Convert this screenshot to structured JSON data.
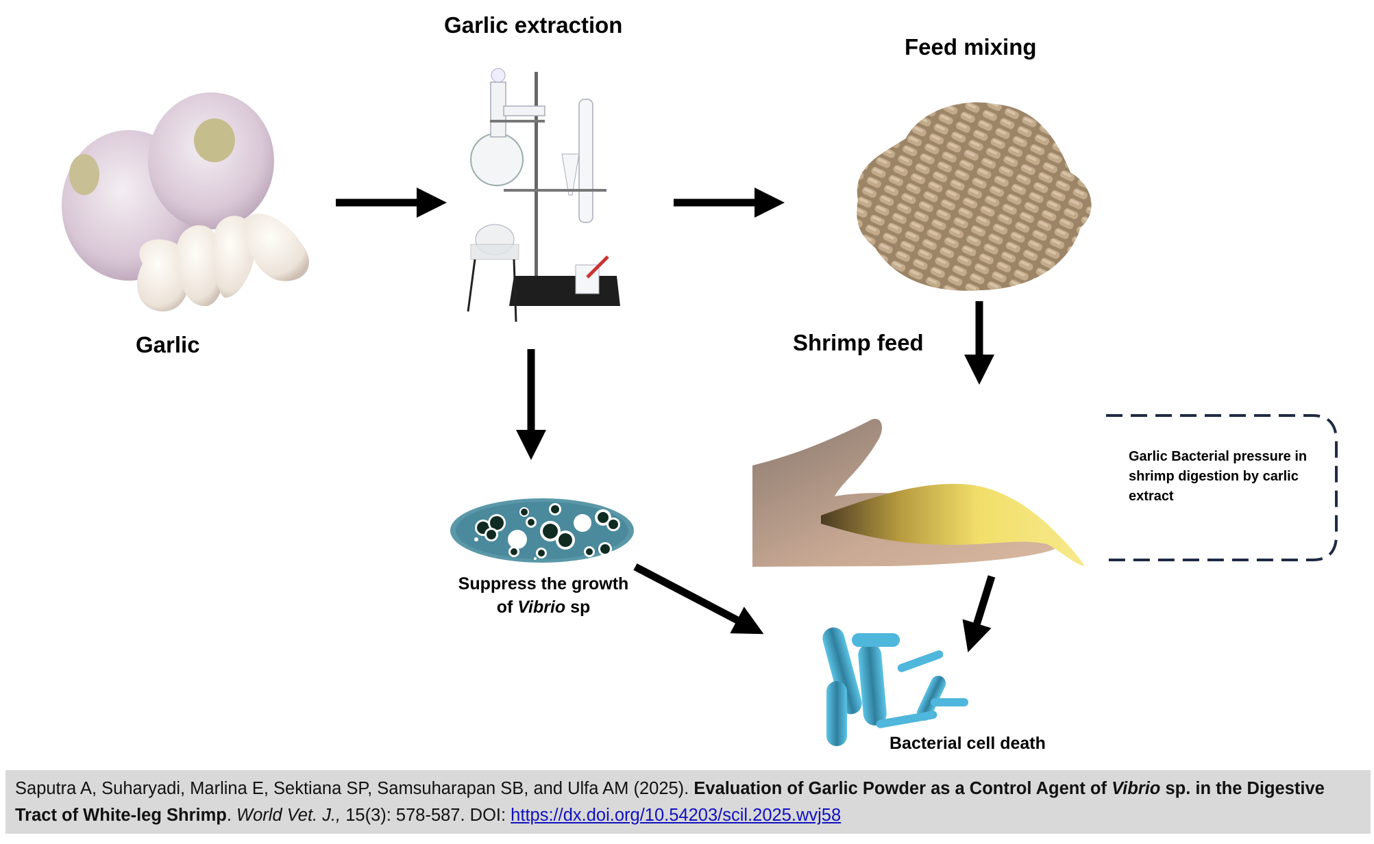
{
  "diagram": {
    "steps": {
      "garlic": {
        "label": "Garlic",
        "image": "garlic-bulbs-photo"
      },
      "extraction": {
        "label": "Garlic extraction",
        "image": "distillation-apparatus-photo"
      },
      "feed_mixing": {
        "label": "Feed mixing",
        "image": "feed-pellets-photo"
      },
      "shrimp_feed": {
        "label": "Shrimp feed",
        "image": "shrimp-in-hand-photo"
      },
      "suppress": {
        "line1": "Suppress the growth",
        "line2_prefix": "of ",
        "line2_italic": "Vibrio",
        "line2_suffix": " sp",
        "image": "petri-dish-illustration"
      },
      "death": {
        "label": "Bacterial cell death",
        "image": "rod-bacteria-illustration"
      }
    },
    "note": {
      "text": "Garlic Bacterial pressure in shrimp digestion by carlic extract"
    },
    "arrows": [
      {
        "from": "garlic",
        "to": "extraction"
      },
      {
        "from": "extraction",
        "to": "feed_mixing"
      },
      {
        "from": "feed_mixing",
        "to": "shrimp_feed"
      },
      {
        "from": "extraction",
        "to": "suppress"
      },
      {
        "from": "suppress",
        "to": "death"
      },
      {
        "from": "shrimp_feed",
        "to": "death"
      }
    ],
    "colors": {
      "arrow": "#000000",
      "dashed_border": "#1f2a44",
      "citation_bg": "#d9d9d9",
      "link": "#1010c0",
      "petri": "#4a8fa0",
      "bacteria": "#3fa9d0"
    }
  },
  "citation": {
    "authors": "Saputra A, Suharyadi, Marlina E, Sektiana SP, Samsuharapan SB, and Ulfa AM (2025). ",
    "title_part1": "Evaluation of Garlic Powder as a Control Agent of ",
    "title_italic": "Vibrio",
    "title_part2": " sp. in the Digestive Tract of White-leg Shrimp",
    "after_title": ". ",
    "journal": "World Vet. J.,",
    "volume_pages": " 15(3): 578-587. DOI: ",
    "doi_link": "https://dx.doi.org/10.54203/scil.2025.wvj58"
  }
}
